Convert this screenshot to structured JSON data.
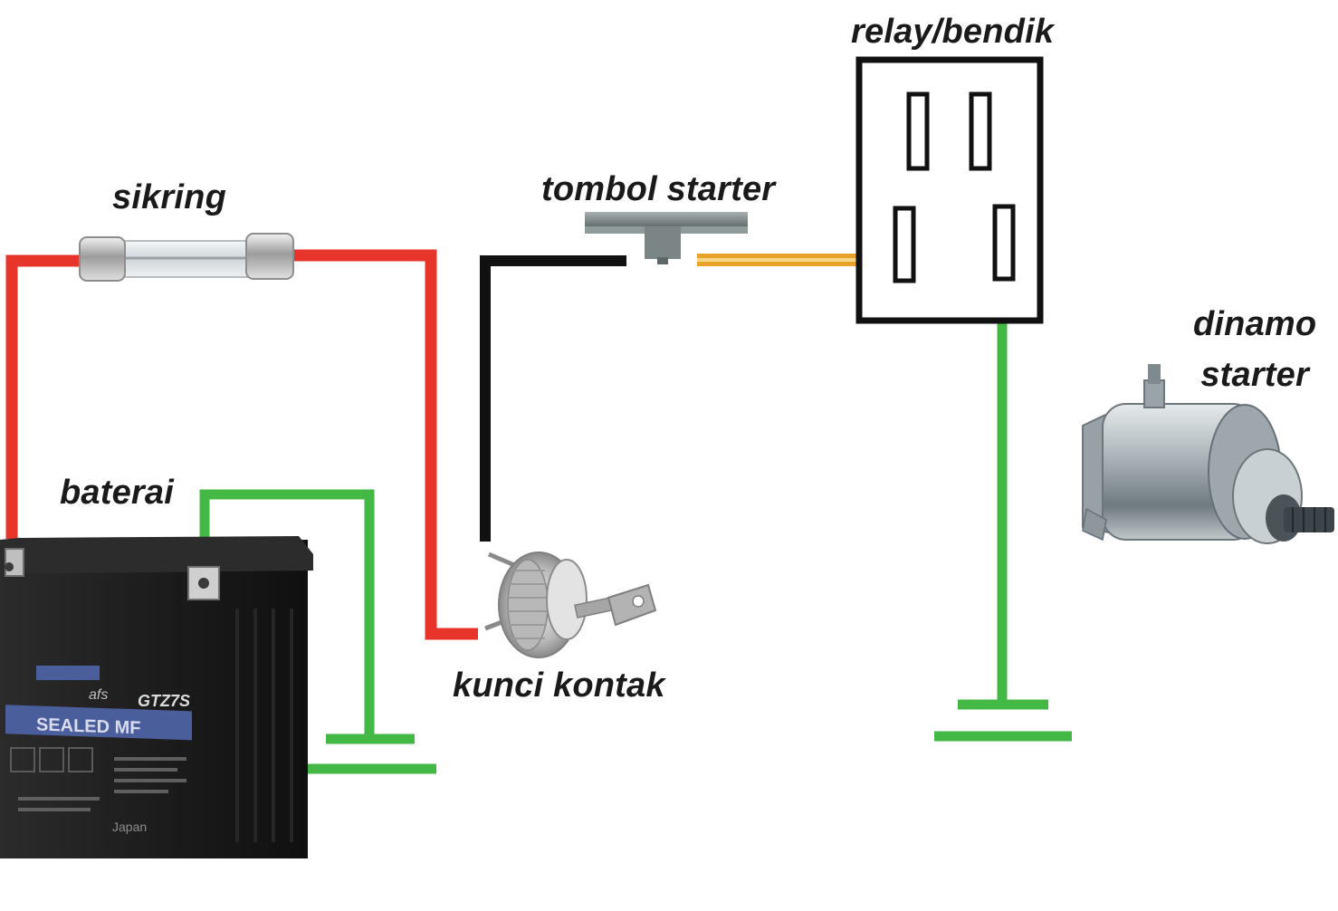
{
  "labels": {
    "fuse": "sikring",
    "battery": "baterai",
    "ignition": "kunci kontak",
    "starter_button": "tombol starter",
    "relay": "relay/bendik",
    "motor_line1": "dinamo",
    "motor_line2": "starter"
  },
  "battery_print": {
    "model": "GTZ7S",
    "sealed": "SEALED MF",
    "brand_sub": "afs",
    "footer": "Japan"
  },
  "colors": {
    "positive_wire": "#e8352b",
    "negative_wire": "#111111",
    "ground_wire": "#44b844",
    "signal_wire_outer": "#e9a22a",
    "signal_wire_inner": "#f7d88a",
    "relay_outline": "#111111"
  }
}
